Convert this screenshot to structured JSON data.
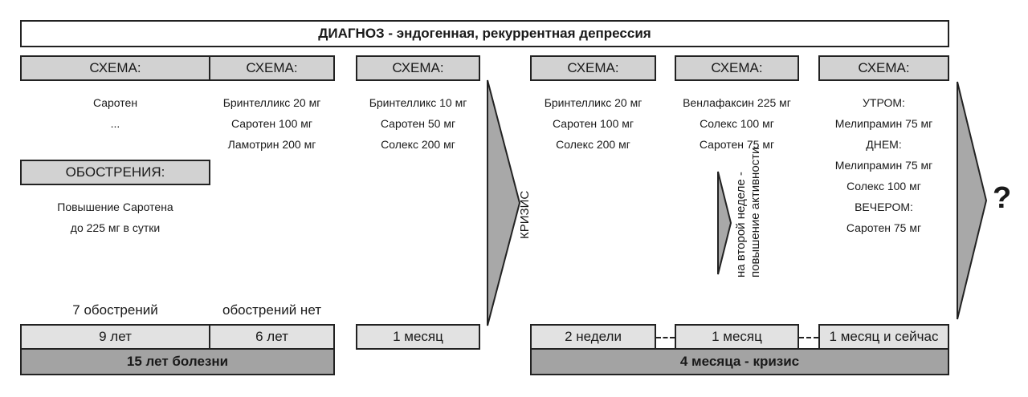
{
  "diagnosis": "ДИАГНОЗ  - эндогенная, рекуррентная депрессия",
  "schemes": [
    {
      "header": "СХЕМА:",
      "lines": [
        "Саротен",
        "..."
      ]
    },
    {
      "header": "СХЕМА:",
      "lines": [
        "Бринтелликс 20 мг",
        "Саротен 100 мг",
        "Ламотрин 200 мг"
      ]
    },
    {
      "header": "СХЕМА:",
      "lines": [
        "Бринтелликс 10 мг",
        "Саротен 50 мг",
        "Солекс  200 мг"
      ]
    },
    {
      "header": "СХЕМА:",
      "lines": [
        "Бринтелликс 20 мг",
        "Саротен 100 мг",
        "Солекс  200 мг"
      ]
    },
    {
      "header": "СХЕМА:",
      "lines": [
        "Венлафаксин 225 мг",
        "Солекс 100 мг",
        "Саротен  75 мг"
      ]
    },
    {
      "header": "СХЕМА:",
      "lines": [
        "УТРОМ:",
        "Мелипрамин 75 мг",
        "ДНЕМ:",
        "Мелипрамин 75 мг",
        "Солекс 100 мг",
        "ВЕЧЕРОМ:",
        "Саротен  75 мг"
      ]
    }
  ],
  "exacerbations": {
    "header": "ОБОСТРЕНИЯ:",
    "lines": [
      "Повышение Саротена",
      "до 225 мг в сутки"
    ]
  },
  "counts": [
    "7 обострений",
    "обострений нет"
  ],
  "durations": [
    "9 лет",
    "6 лет",
    "1 месяц",
    "2 недели",
    "1 месяц",
    "1 месяц и сейчас"
  ],
  "totals": [
    "15 лет болезни",
    "4 месяца - кризис"
  ],
  "crisis_label": "КРИЗИС",
  "note_lines": [
    "на второй неделе -",
    "повышение активности"
  ],
  "question": "?",
  "colors": {
    "header_fill": "#d2d2d2",
    "duration_fill": "#e2e2e2",
    "total_fill": "#a3a3a3",
    "arrow_fill": "#a8a8a8"
  }
}
